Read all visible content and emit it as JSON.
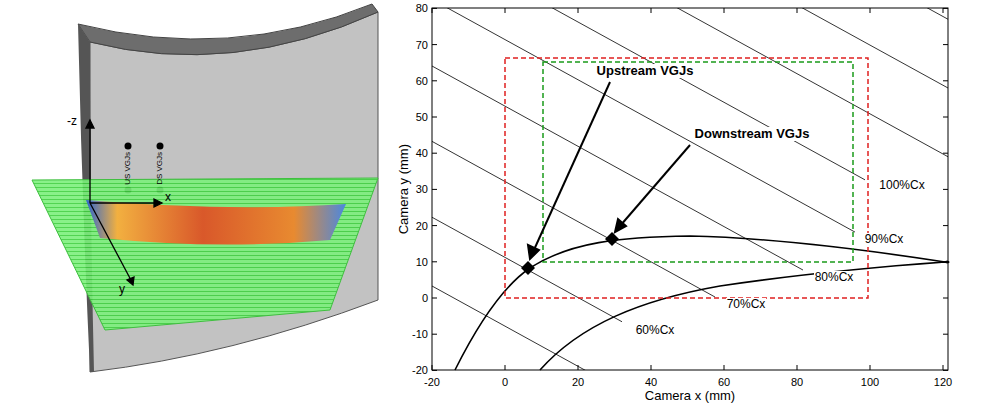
{
  "diagram": {
    "labels": [
      "-z",
      "x",
      "y",
      "US VGJs",
      "DS VGJs",
      "80",
      "70",
      "60",
      "50",
      "40",
      "30",
      "20",
      "10",
      "0",
      "-10",
      "-20",
      "-20",
      "0",
      "20",
      "40",
      "60",
      "80",
      "100",
      "120",
      "Camera y (mm)",
      "Camera x (mm)",
      "Upstream VGJs",
      "Downstream VGJs",
      "100%Cx",
      "90%Cx",
      "80%Cx",
      "70%Cx",
      "60%Cx"
    ]
  }
}
